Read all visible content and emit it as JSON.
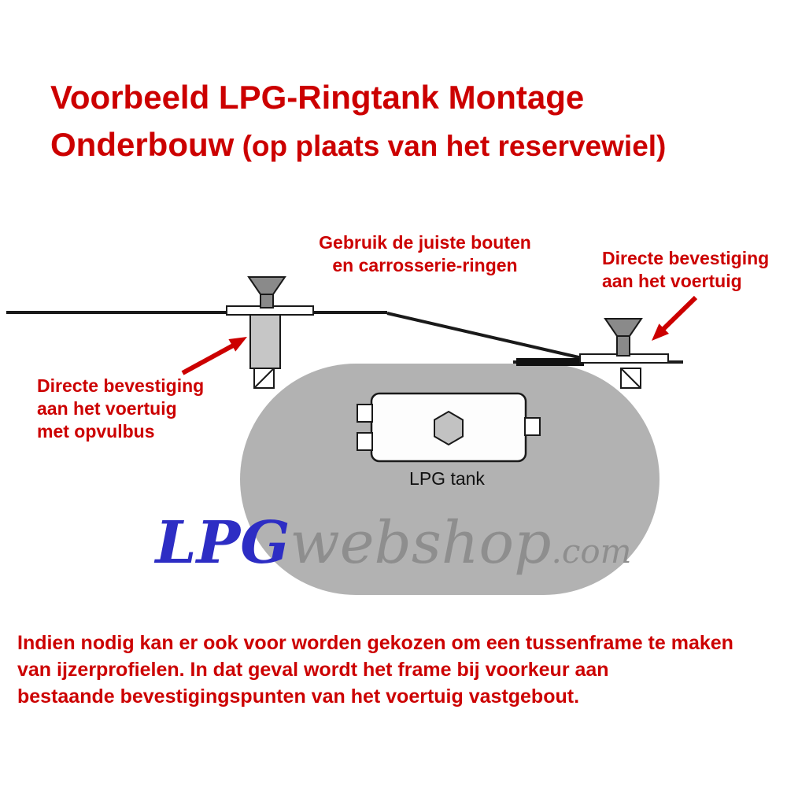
{
  "title": {
    "line1": "Voorbeeld LPG-Ringtank Montage",
    "line2_main": "Onderbouw",
    "line2_paren": " (op plaats van het reservewiel)"
  },
  "annotations": {
    "bolts_top": {
      "line1": "Gebruik de juiste bouten",
      "line2": "en carrosserie-ringen"
    },
    "direct_right": {
      "line1": "Directe bevestiging",
      "line2": "aan het voertuig"
    },
    "direct_left": {
      "line1": "Directe bevestiging",
      "line2": "aan het voertuig",
      "line3": "met opvulbus"
    }
  },
  "diagram": {
    "tank_label": "LPG tank"
  },
  "watermark": {
    "lpg": "LPG",
    "webshop": "webshop",
    "com": ".com"
  },
  "footer": {
    "lines": [
      "Indien nodig kan er ook voor worden gekozen om een tussenframe te maken",
      "van ijzerprofielen. In dat geval wordt het frame bij voorkeur aan",
      "bestaande bevestigingspunten van het voertuig vastgebout."
    ]
  },
  "colors": {
    "accent_red": "#cc0000",
    "tank_gray": "#b2b2b2",
    "brand_blue": "#2d2dc4",
    "watermark_gray": "#8e8e8e"
  }
}
